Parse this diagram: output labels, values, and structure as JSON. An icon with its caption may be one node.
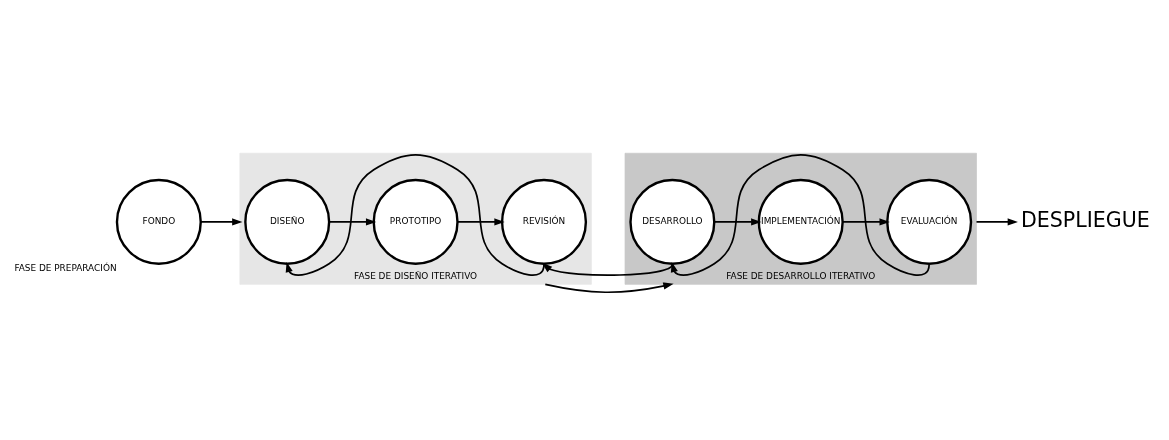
{
  "diagram": {
    "nodes": [
      {
        "text": [
          "FONDO"
        ],
        "beside": [
          "FASE DE PREPARACIÓN"
        ]
      },
      {
        "text": [
          "FASE DE DISEÑO ITERATIVO"
        ]
      },
      {
        "text": [
          "PROTOTIPO"
        ],
        "in": 1
      },
      {
        "text": [
          "DISEÑO"
        ],
        "in": 1
      },
      {
        "text": [
          "REVISIÓN"
        ],
        "in": 1
      },
      {
        "text": [
          "FASE DE DESARROLLO ITERATIVO"
        ]
      },
      {
        "text": [
          "IMPLEMENTACIÓN"
        ],
        "in": 5
      },
      {
        "text": [
          "DESARROLLO"
        ],
        "in": 5
      },
      {
        "text": [
          "EVALUACIÓN"
        ],
        "in": 5
      },
      {
        "text": [
          "DESPLIEGUE"
        ]
      }
    ],
    "edges": [
      {
        "from": 0,
        "to": 1,
        "arrow": "to"
      },
      {
        "from": 3,
        "to": 2,
        "arrow": "to"
      },
      {
        "from": 2,
        "to": 4,
        "arrow": "to"
      },
      {
        "from": 4,
        "to": 3,
        "arrow": "to"
      },
      {
        "from": 1,
        "to": 5,
        "arrow": "to"
      },
      {
        "from": 7,
        "to": 6,
        "arrow": "to"
      },
      {
        "from": 6,
        "to": 8,
        "arrow": "to"
      },
      {
        "from": 8,
        "to": 7,
        "arrow": "to"
      },
      {
        "from": 7,
        "to": 4,
        "arrow": "to"
      },
      {
        "from": 5,
        "to": 9,
        "arrow": "to"
      }
    ]
  }
}
